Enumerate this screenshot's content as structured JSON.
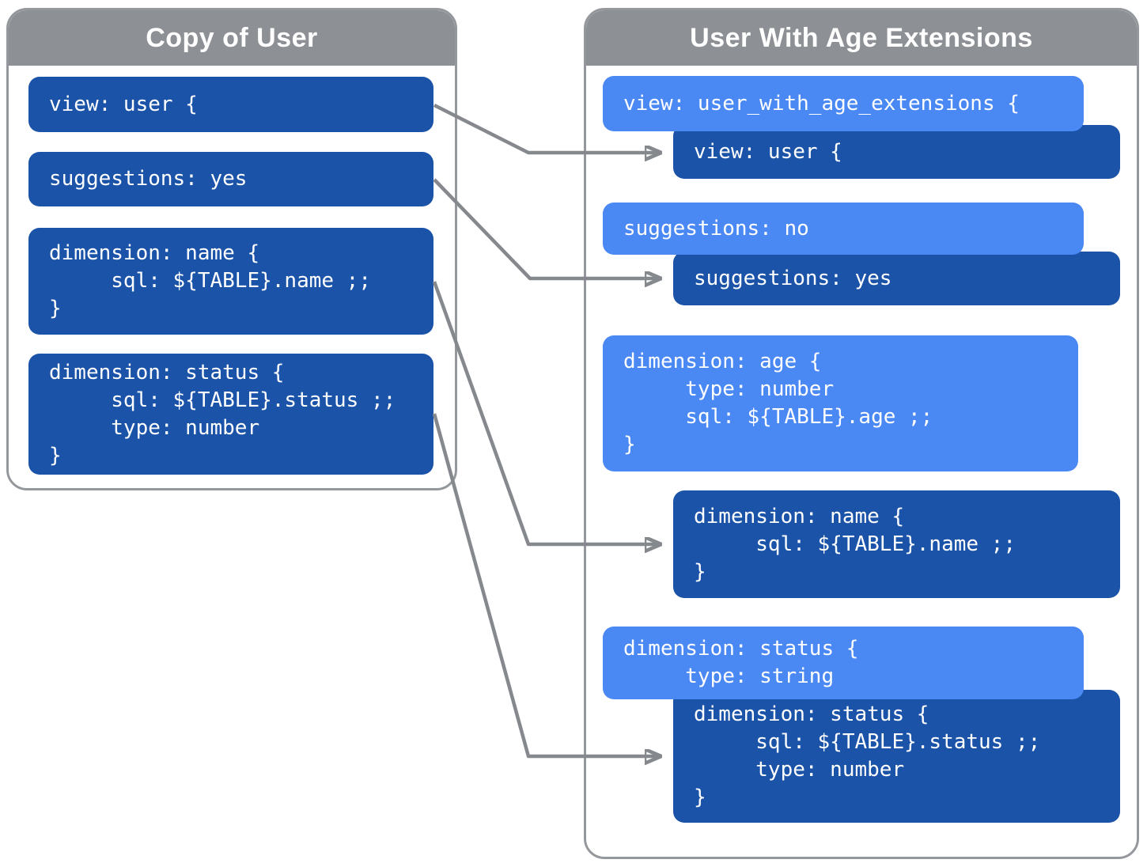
{
  "left_panel": {
    "title": "Copy of User",
    "blocks": [
      {
        "id": "view-user",
        "style": "dark",
        "text": "view: user {"
      },
      {
        "id": "suggestions-yes",
        "style": "dark",
        "text": "suggestions: yes"
      },
      {
        "id": "dimension-name",
        "style": "dark",
        "text": "dimension: name {\n     sql: ${TABLE}.name ;;\n}"
      },
      {
        "id": "dimension-status",
        "style": "dark",
        "text": "dimension: status {\n     sql: ${TABLE}.status ;;\n     type: number\n}"
      }
    ]
  },
  "right_panel": {
    "title": "User With Age Extensions",
    "blocks": [
      {
        "id": "view-extended",
        "style": "light",
        "text": "view: user_with_age_extensions {"
      },
      {
        "id": "view-inherited",
        "style": "dark",
        "text": "view: user {"
      },
      {
        "id": "suggestions-no",
        "style": "light",
        "text": "suggestions: no"
      },
      {
        "id": "suggestions-inherited",
        "style": "dark",
        "text": "suggestions: yes"
      },
      {
        "id": "dimension-age",
        "style": "light",
        "text": "dimension: age {\n     type: number\n     sql: ${TABLE}.age ;;\n}"
      },
      {
        "id": "dimension-name-inherited",
        "style": "dark",
        "text": "dimension: name {\n     sql: ${TABLE}.name ;;\n}"
      },
      {
        "id": "dimension-status-override",
        "style": "light",
        "text": "dimension: status {\n     type: string"
      },
      {
        "id": "dimension-status-inherited",
        "style": "dark",
        "text": "dimension: status {\n     sql: ${TABLE}.status ;;\n     type: number\n}"
      }
    ]
  },
  "arrows": [
    {
      "from": "view-user",
      "to": "view-inherited"
    },
    {
      "from": "suggestions-yes",
      "to": "suggestions-inherited"
    },
    {
      "from": "dimension-name",
      "to": "dimension-name-inherited"
    },
    {
      "from": "dimension-status",
      "to": "dimension-status-inherited"
    }
  ],
  "colors": {
    "dark_blue": "#1a53a8",
    "light_blue": "#4a88f4",
    "header_gray": "#8d9196",
    "border_gray": "#94989c",
    "arrow_gray": "#85898d",
    "text_white": "#ffffff"
  }
}
